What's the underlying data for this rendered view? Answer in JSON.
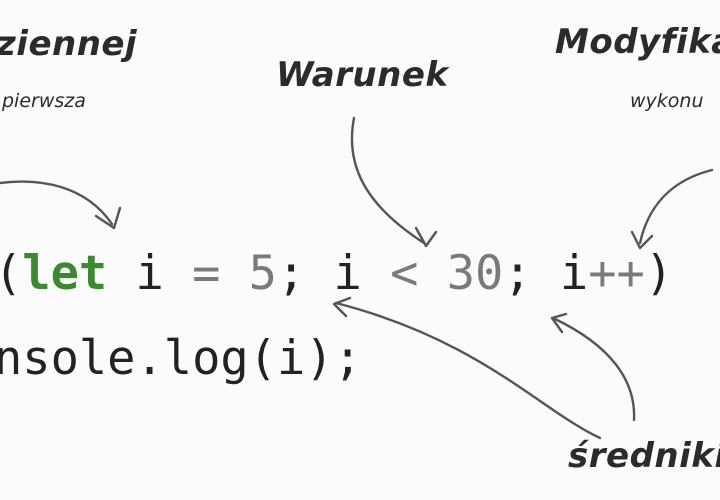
{
  "annotations": {
    "init_title": "ziennej",
    "init_sub": "pierwsza",
    "condition_title": "Warunek",
    "modifier_title": "Modyfika",
    "modifier_sub": "wykonu",
    "semicolons_title": "średniki"
  },
  "code": {
    "line1": {
      "open_paren": "(",
      "keyword": "let",
      "var1": " i ",
      "assign": "=",
      "space1": " ",
      "init_value": "5",
      "semi1": ";",
      "var2": " i ",
      "less_than": "<",
      "space2": " ",
      "limit_value": "30",
      "semi2": ";",
      "var3": " i",
      "increment": "++",
      "close_paren": ")"
    },
    "line2": "nsole.log(i);"
  },
  "colors": {
    "keyword": "#3a8a2e",
    "muted": "#7a7a7a",
    "text": "#222222",
    "arrow": "#555555"
  }
}
